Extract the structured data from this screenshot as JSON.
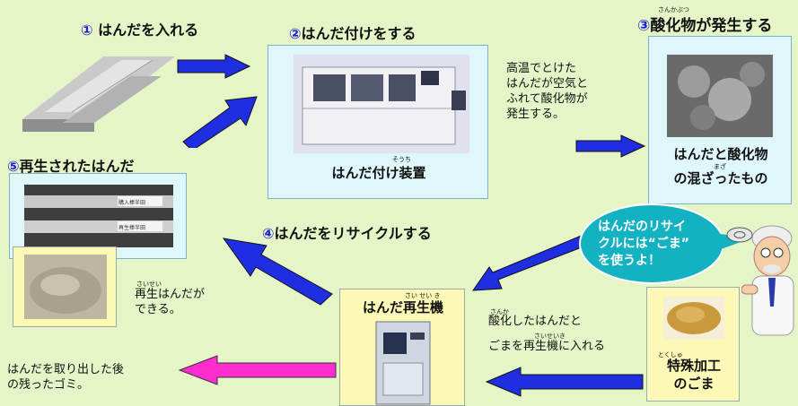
{
  "step1": {
    "num": "①",
    "title": "はんだを入れる"
  },
  "step2": {
    "num": "②",
    "title": "はんだ付けをする",
    "label": "はんだ付け装置",
    "ruby": "そうち"
  },
  "step3": {
    "num": "③",
    "title": "酸化物が発生する",
    "ruby": "さんかぶつ",
    "label_line1": "はんだと酸化物",
    "label_line2": "の混ざったもの",
    "ruby2": "まざ"
  },
  "note_oxidation": {
    "line1": "高温でとけた",
    "line2": "はんだが空気と",
    "line3": "ふれて酸化物が",
    "line4": "発生する。"
  },
  "step4": {
    "num": "④",
    "title": "はんだをリサイクルする"
  },
  "step5": {
    "num": "⑤",
    "title": "再生されたはんだ",
    "plate1": "購入棒半田",
    "plate2": "再生棒半田"
  },
  "recycler": {
    "title": "はんだ再生機",
    "ruby": "さい せい き"
  },
  "note_regen": {
    "ruby": "さいせい",
    "line1": "再生はんだが",
    "line2": "できる。"
  },
  "note_waste": {
    "line1": "はんだを取り出した後",
    "line2": "の残ったゴミ。"
  },
  "note_input": {
    "ruby1": "さんか",
    "line1": "酸化したはんだと",
    "ruby2": "さいせいき",
    "line2": "ごまを再生機に入れる"
  },
  "special_sesame": {
    "ruby": "とくしゅ",
    "line1": "特殊加工",
    "line2": "のごま"
  },
  "bubble": {
    "line1": "はんだのリサイ",
    "line2": "クルには“ごま”",
    "line3": "を使うよ！"
  },
  "colors": {
    "background": "#e6f5c8",
    "arrow_blue": "#1f2ee0",
    "arrow_magenta": "#ff2cd0",
    "bubble": "#13b2c2",
    "step_number": "#1a22d8"
  }
}
